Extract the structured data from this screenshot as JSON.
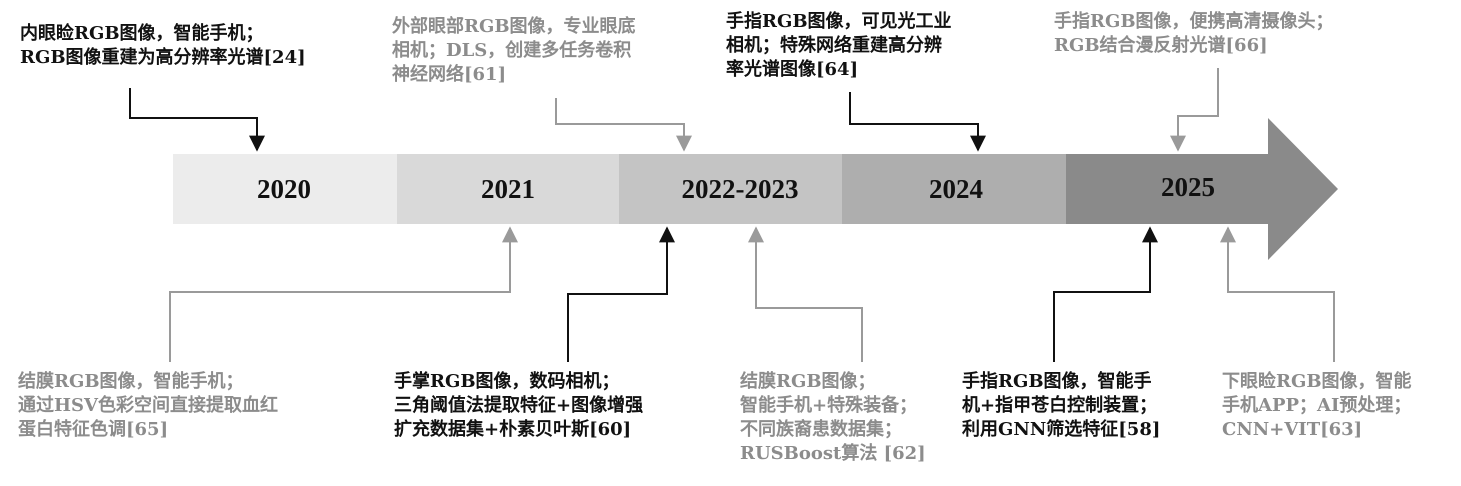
{
  "timeline": {
    "segments": [
      {
        "label": "2020",
        "color": "#ececec"
      },
      {
        "label": "2021",
        "color": "#d9d9d9"
      },
      {
        "label": "2022-2023",
        "color": "#c4c4c4"
      },
      {
        "label": "2024",
        "color": "#aeaeae"
      },
      {
        "label": "2025",
        "color": "#8a8a8a"
      }
    ]
  },
  "annotations": {
    "a2020_top": [
      "内眼睑RGB图像，智能手机；",
      "RGB图像重建为高分辨率光谱[24]"
    ],
    "a2021_top": [
      "外部眼部RGB图像，专业眼底",
      "相机；DLS，创建多任务卷积",
      "神经网络[61]"
    ],
    "a2024_top": [
      "手指RGB图像，可见光工业",
      "相机；特殊网络重建高分辨",
      "率光谱图像[64]"
    ],
    "a2025_top": [
      "手指RGB图像，便携高清摄像头；",
      "RGB结合漫反射光谱[66]"
    ],
    "a2021_bottom": [
      "结膜RGB图像，智能手机；",
      "通过HSV色彩空间直接提取血红",
      "蛋白特征色调[65]"
    ],
    "a2022_bottom1": [
      "手掌RGB图像，数码相机；",
      "三角阈值法提取特征+图像增强",
      "扩充数据集+朴素贝叶斯[60]"
    ],
    "a2022_bottom2": [
      "结膜RGB图像；",
      "智能手机+特殊装备；",
      "不同族裔患数据集；",
      "RUSBoost算法 [62]"
    ],
    "a2025_bottom1": [
      "手指RGB图像，智能手",
      "机+指甲苍白控制装置；",
      "利用GNN筛选特征[58]"
    ],
    "a2025_bottom2": [
      "下眼睑RGB图像，智能",
      "手机APP；AI预处理；",
      "CNN+VIT[63]"
    ]
  },
  "colors": {
    "dark_text": "#111111",
    "gray_text": "#8c8c8c"
  }
}
